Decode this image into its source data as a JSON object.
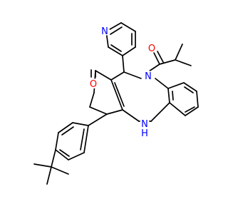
{
  "diagram": {
    "type": "skeletal-structure",
    "atom_labels": {
      "pyridine_n": "N",
      "ketone_o": "O",
      "amide_o": "O",
      "amide_n": "N",
      "amine_n": "N",
      "amine_h": "H"
    },
    "colors": {
      "background": "#ffffff",
      "bond": "#000000",
      "nitrogen": "#0000ff",
      "oxygen": "#ff0000"
    }
  }
}
